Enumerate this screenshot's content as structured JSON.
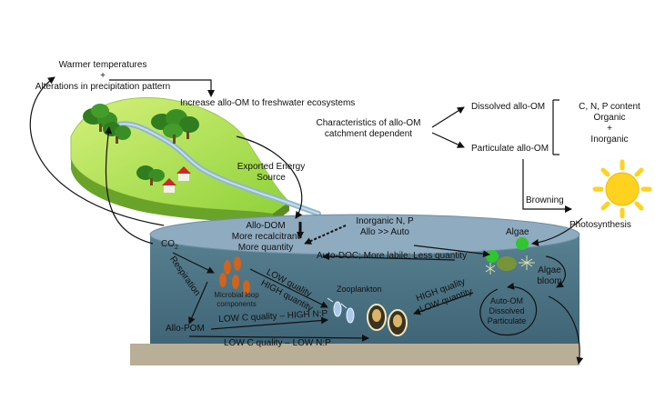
{
  "climate": {
    "line1": "Warmer temperatures",
    "plus": "+",
    "line2": "Alterations in precipitation pattern"
  },
  "increase": "Increase allo-OM  to freshwater ecosystems",
  "characteristics": {
    "line1": "Characteristics of allo-OM",
    "line2": "catchment dependent"
  },
  "dissolved": "Dissolved allo-OM",
  "particulate": "Particulate allo-OM",
  "content": {
    "line1": "C, N, P content",
    "line2": "Organic",
    "plus": "+",
    "line3": "Inorganic"
  },
  "exported": {
    "line1": "Exported Energy",
    "line2": "Source"
  },
  "browning": "Browning",
  "photosynthesis": "Photosynthesis",
  "allo_dom": {
    "line1": "Allo-DOM",
    "line2": "More recalcitrant",
    "line3": "More quantity"
  },
  "inorganic": {
    "line1": "Inorganic N, P",
    "line2": "Allo >> Auto"
  },
  "algae": "Algae",
  "auto_doc": "Auto-DOC; More labile; Less quantity",
  "co2": "CO",
  "co2_sub": "2",
  "respiration": "Respiration",
  "microbial": {
    "line1": "Microbial loop",
    "line2": "components"
  },
  "low_quality": "LOW quality",
  "high_quantity": "HIGH quantity",
  "zooplankton": "Zooplankton",
  "high_quality": "HIGH  quality",
  "low_quantity": "LOW quantity",
  "algae_bloom": {
    "line1": "Algae",
    "line2": "bloom"
  },
  "auto_om": {
    "line1": "Auto-OM",
    "line2": "Dissolved",
    "line3": "Particulate"
  },
  "allo_pom": "Allo-POM",
  "low_c_high": "LOW C quality – HIGH  N:P",
  "low_c_low": "LOW C quality – LOW  N:P",
  "colors": {
    "land_light": "#b8e85a",
    "land_dark": "#7ec326",
    "lake_top": "#8aa9be",
    "lake_body": "#4a6f83",
    "sediment": "#b9ae96",
    "sun": "#ffd21f",
    "algae_green": "#2fc62f",
    "bacteria": "#d2631c"
  }
}
